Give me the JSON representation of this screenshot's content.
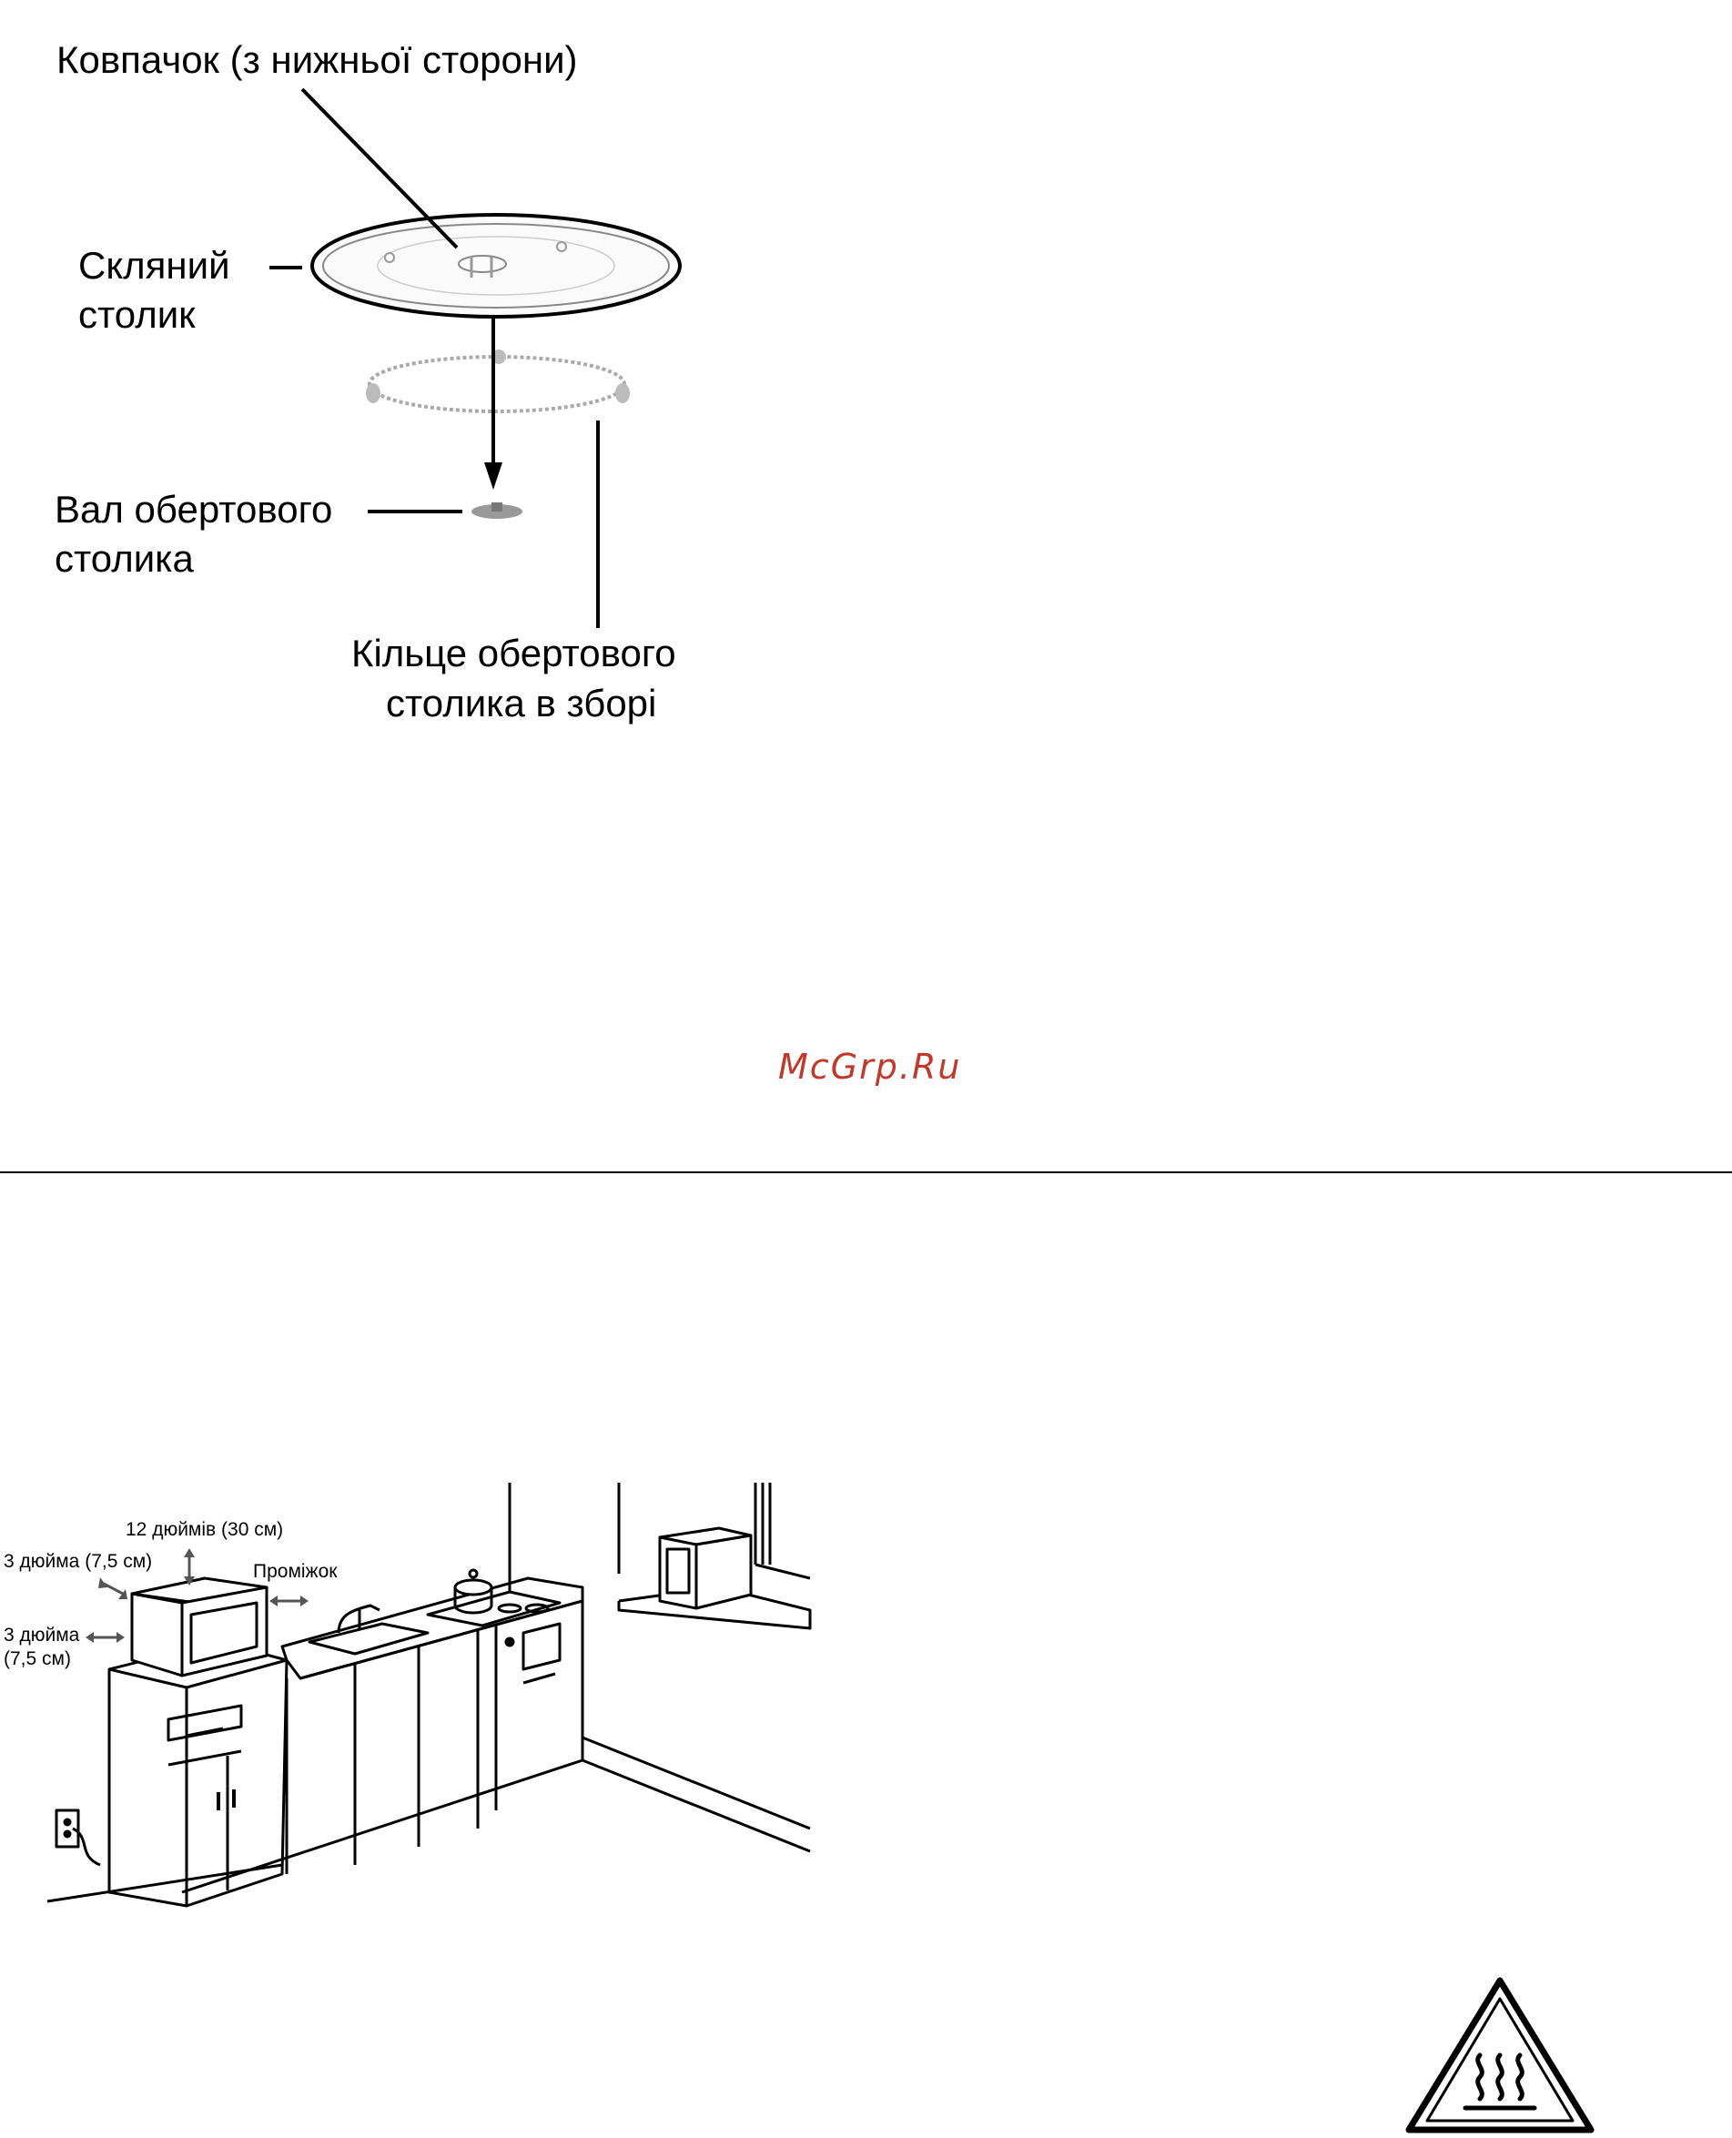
{
  "turntable": {
    "cap_label": "Ковпачок (з нижньої сторони)",
    "glass_tray_label_line1": "Скляний",
    "glass_tray_label_line2": "столик",
    "shaft_label_line1": "Вал обертового",
    "shaft_label_line2": "столика",
    "ring_label_line1": "Кільце обертового",
    "ring_label_line2": "столика в зборі"
  },
  "watermark": {
    "text": "McGrp.Ru",
    "color": "#c0392b"
  },
  "clearance": {
    "top_label": "12 дюймів (30 см)",
    "side_label": "3 дюйма (7,5 см)",
    "gap_label": "Проміжок",
    "back_label_line1": "3 дюйма",
    "back_label_line2": "(7,5 см)",
    "arrow_color": "#555555"
  },
  "icons": {
    "warning": "hot-surface-warning-icon"
  }
}
